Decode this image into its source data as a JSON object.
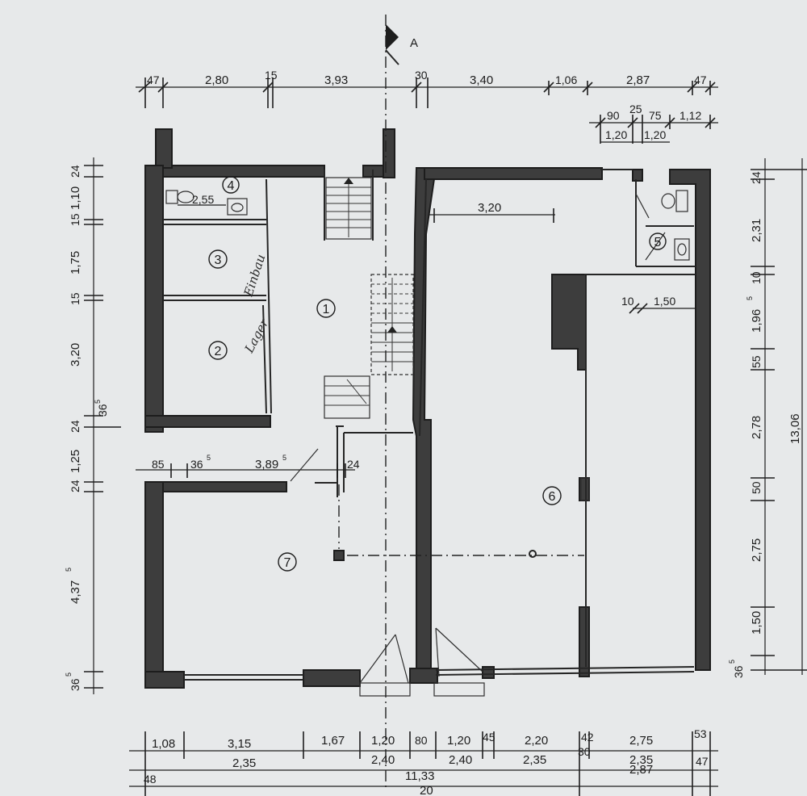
{
  "section_marker": {
    "label": "A"
  },
  "rooms": [
    {
      "id": "r1",
      "label": "1"
    },
    {
      "id": "r2",
      "label": "2"
    },
    {
      "id": "r3",
      "label": "3"
    },
    {
      "id": "r4",
      "label": "4"
    },
    {
      "id": "r5",
      "label": "5"
    },
    {
      "id": "r6",
      "label": "6"
    },
    {
      "id": "r7",
      "label": "7"
    }
  ],
  "handwritten": {
    "lager": "Lager",
    "einbau": "Einbau"
  },
  "dims_top_row1": [
    "47",
    "2,80",
    "15",
    "3,93",
    "30",
    "3,40",
    "1,06",
    "2,87",
    "47"
  ],
  "dims_top_row2": [
    "90",
    "25",
    "75",
    "1,12"
  ],
  "dims_top_row3": [
    "1,20",
    "1,20"
  ],
  "dims_left": [
    "24",
    "1,10",
    "15",
    "1,75",
    "15",
    "3,20",
    "24",
    "36",
    "5",
    "1,25",
    "24",
    "4,37",
    "5",
    "36",
    "5"
  ],
  "dims_right": [
    "24",
    "2,31",
    "10",
    "1,96",
    "5",
    "55",
    "2,78",
    "50",
    "2,75",
    "1,50",
    "36",
    "5",
    "13,06"
  ],
  "dims_bottom_row1": [
    "1,08",
    "3,15",
    "1,67",
    "1,20",
    "80",
    "1,20",
    "45",
    "2,20",
    "42",
    "2,75",
    "53"
  ],
  "dims_bottom_row2": [
    "2,35",
    "2,40",
    "2,40",
    "2,35",
    "30",
    "2,35",
    "47"
  ],
  "dims_bottom_row3": [
    "48",
    "11,33",
    "2,87"
  ],
  "dims_bottom_total": "20",
  "dims_interior": {
    "wc_width": "2,55",
    "shop_depth": "3,20",
    "corridor": [
      "85",
      "36",
      "5",
      "3,89",
      "5",
      "24"
    ],
    "right_room": [
      "10",
      "1,50"
    ]
  }
}
